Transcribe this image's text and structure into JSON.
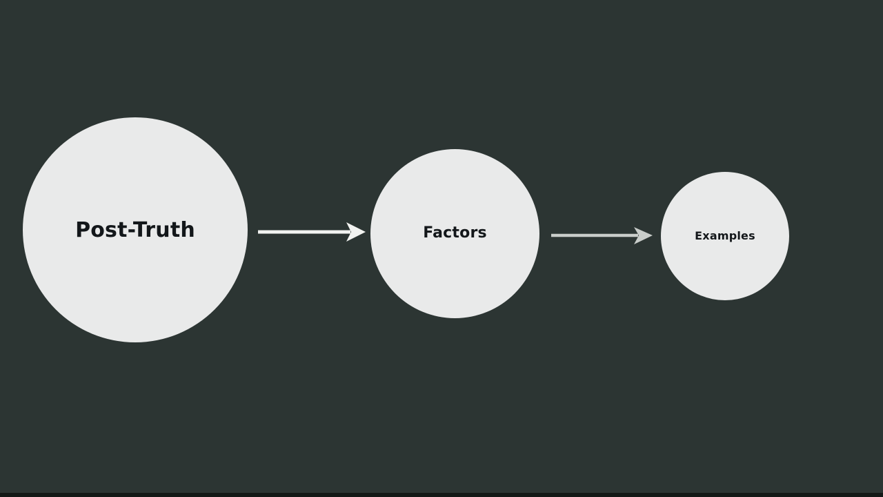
{
  "slide": {
    "background_color": "#2c3533",
    "bottom_bar_color": "#141917",
    "node_fill_color": "#e9eaea",
    "node_text_color": "#13171a"
  },
  "diagram": {
    "type": "flow",
    "orientation": "left-to-right",
    "nodes": [
      {
        "id": "post-truth",
        "label": "Post-Truth",
        "shape": "circle",
        "order": 1
      },
      {
        "id": "factors",
        "label": "Factors",
        "shape": "circle",
        "order": 2
      },
      {
        "id": "examples",
        "label": "Examples",
        "shape": "circle",
        "order": 3
      }
    ],
    "connectors": [
      {
        "id": "arrow-post-truth-to-factors",
        "from": "post-truth",
        "to": "factors",
        "style": "solid-arrow",
        "color": "#f2f3f1"
      },
      {
        "id": "arrow-factors-to-examples",
        "from": "factors",
        "to": "examples",
        "style": "solid-arrow",
        "color": "#c9cdca"
      }
    ]
  }
}
